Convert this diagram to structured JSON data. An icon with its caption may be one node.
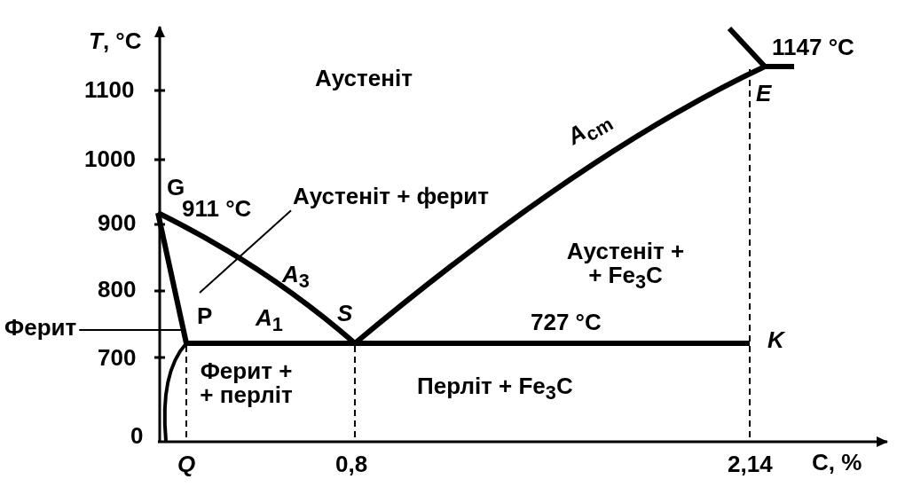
{
  "diagram": {
    "nodes": [
      {
        "text": [
          "Ферит"
        ]
      },
      {
        "text": [
          "Аустеніт + ферит"
        ]
      }
    ],
    "edges": [
      {
        "from": 0,
        "to": null,
        "arrow": "none"
      },
      {
        "from": 1,
        "to": null,
        "arrow": "none"
      }
    ],
    "labels": [
      "*T*, °C",
      "Аустеніт",
      "1147 °C",
      "1100",
      "*E*",
      "1000",
      "*A*$_{cm}$",
      "G",
      "911 °C",
      "900",
      "Аустеніт + + Fe$_{3}$C",
      "*A*$_{3}$",
      "800",
      "P",
      "*A*$_{1}$",
      "*S*",
      "727 °C",
      "*K*",
      "700",
      "Ферит + + перліт",
      "Перліт + Fe$_{3}$C",
      "0",
      "*Q*",
      "0,8",
      "2,14",
      "C, %"
    ]
  }
}
